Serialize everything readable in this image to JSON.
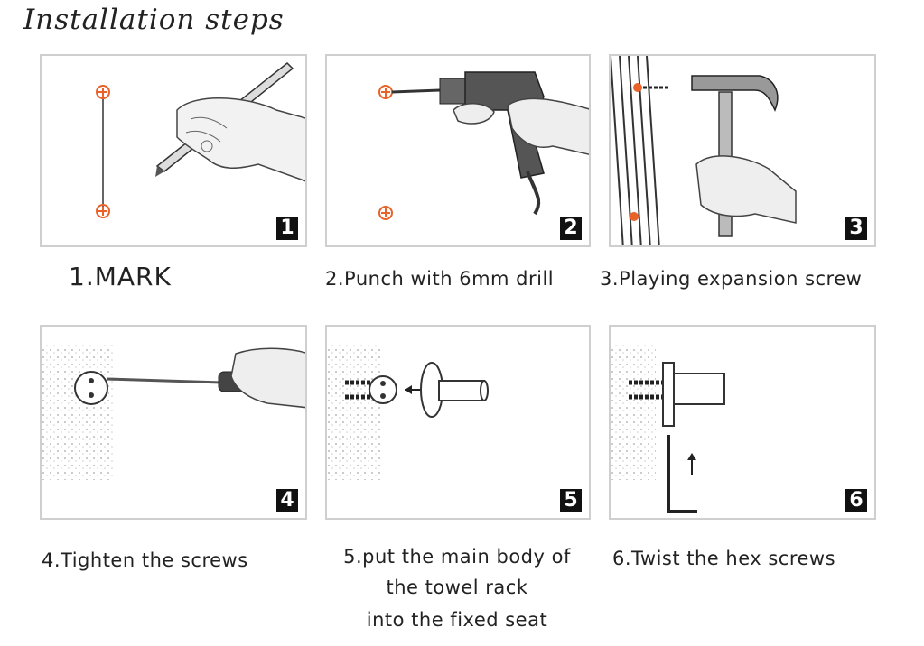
{
  "header": {
    "title": "Installation steps"
  },
  "steps": [
    {
      "number": "1",
      "caption": "1.MARK"
    },
    {
      "number": "2",
      "caption": "2.Punch with 6mm drill"
    },
    {
      "number": "3",
      "caption": "3.Playing expansion screw"
    },
    {
      "number": "4",
      "caption": "4.Tighten the screws"
    },
    {
      "number": "5",
      "caption_lines": [
        "5.put the main body of",
        "the towel rack",
        "into the fixed seat"
      ]
    },
    {
      "number": "6",
      "caption": "6.Twist the hex screws"
    }
  ],
  "colors": {
    "mark": "#e8622a",
    "frame": "#cfcfcf",
    "ink": "#222222"
  }
}
